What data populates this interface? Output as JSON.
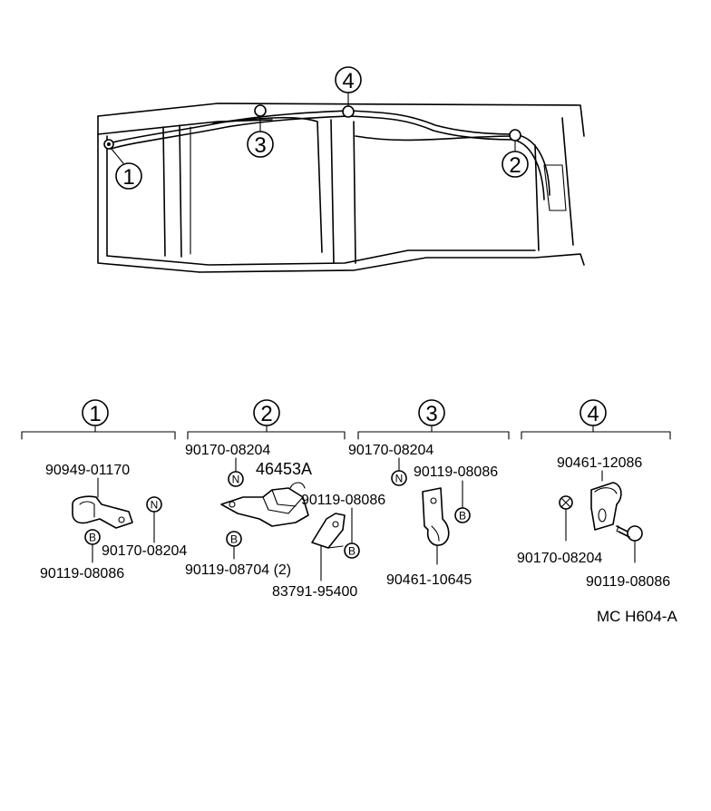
{
  "callouts": {
    "c1": "1",
    "c2": "2",
    "c3": "3",
    "c4": "4"
  },
  "groups": {
    "g1": {
      "number": "1",
      "clamp": "90949-01170",
      "nut": "90170-08204",
      "bolt": "90119-08086",
      "nut_symbol": "N",
      "bolt_symbol": "B"
    },
    "g2": {
      "number": "2",
      "nut": "90170-08204",
      "bracket": "46453A",
      "bolt_a": "90119-08086",
      "bolt_b": "90119-08704 (2)",
      "clamp": "83791-95400",
      "nut_symbol": "N",
      "bolt_symbol": "B"
    },
    "g3": {
      "number": "3",
      "nut": "90170-08204",
      "bolt": "90119-08086",
      "clamp": "90461-10645",
      "nut_symbol": "N",
      "bolt_symbol": "B"
    },
    "g4": {
      "number": "4",
      "clamp": "90461-12086",
      "nut": "90170-08204",
      "bolt": "90119-08086"
    }
  },
  "diagram_code": "MC H604-A"
}
